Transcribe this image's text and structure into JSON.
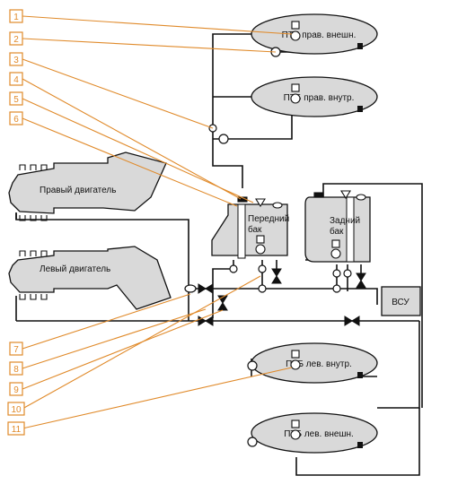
{
  "callouts": [
    "1",
    "2",
    "3",
    "4",
    "5",
    "6",
    "7",
    "8",
    "9",
    "10",
    "11"
  ],
  "tanks": {
    "ptb_right_outer": "ПТБ прав. внешн.",
    "ptb_right_inner": "ПТБ прав. внутр.",
    "ptb_left_inner": "ПТБ лев. внутр.",
    "ptb_left_outer": "ПТБ лев. внешн.",
    "front_tank_line1": "Передний",
    "front_tank_line2": "бак",
    "rear_tank_line1": "Задний",
    "rear_tank_line2": "бак"
  },
  "engines": {
    "right": "Правый двигатель",
    "left": "Левый двигатель"
  },
  "apu": "ВСУ",
  "colors": {
    "callout": "#e08a2a",
    "tank_fill": "#d9d9d9",
    "line": "#111111"
  }
}
